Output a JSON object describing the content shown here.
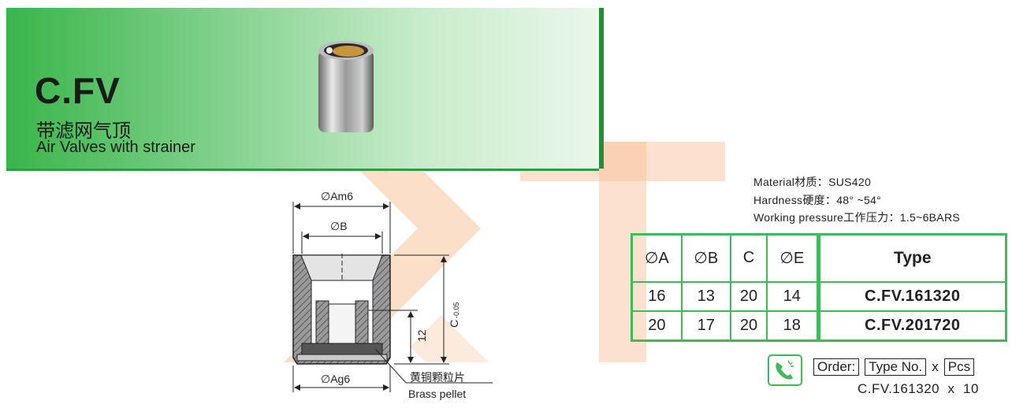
{
  "header": {
    "code": "C.FV",
    "name_cn": "带滤网气顶",
    "name_en": "Air Valves with strainer"
  },
  "drawing": {
    "dim_a": "∅Am6",
    "dim_b": "∅B",
    "dim_c": "C",
    "dim_c_tol": "-0.05",
    "dim_12": "12",
    "dim_ag": "∅Ag6",
    "pellet_cn": "黄铜颗粒片",
    "pellet_en": "Brass pellet"
  },
  "specs": {
    "material": "Material材质：SUS420",
    "hardness": "Hardness硬度：48° ~54°",
    "pressure": "Working pressure工作压力：1.5~6BARS"
  },
  "table": {
    "headers": [
      "∅A",
      "∅B",
      "C",
      "∅E",
      "Type"
    ],
    "rows": [
      [
        "16",
        "13",
        "20",
        "14",
        "C.FV.161320"
      ],
      [
        "20",
        "17",
        "20",
        "18",
        "C.FV.201720"
      ]
    ]
  },
  "order": {
    "label": "Order:",
    "type_no": "Type No.",
    "times": "x",
    "pcs": "Pcs",
    "example": "C.FV.161320  x  10"
  },
  "colors": {
    "brand_green": "#39b54a",
    "table_border": "#43b85a",
    "watermark": "#f6b98a"
  },
  "icons": {
    "phone": "phone-icon"
  }
}
